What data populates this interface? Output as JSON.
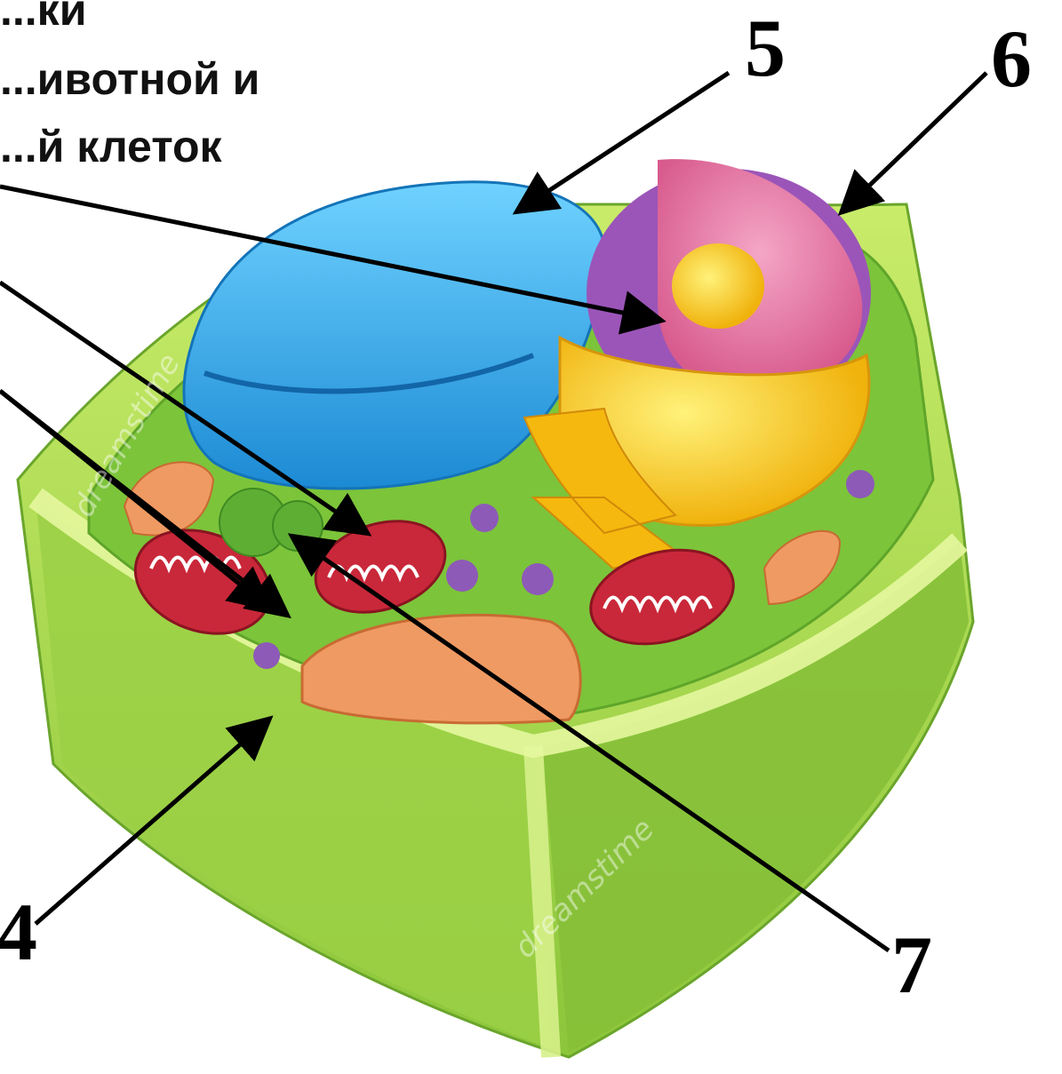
{
  "title": {
    "lines": [
      "...ки",
      "...ивотной и",
      "...й клеток"
    ]
  },
  "labels": {
    "five": "5",
    "six": "6",
    "four": "4",
    "seven": "7"
  },
  "watermarks": [
    "dreamstime",
    "dreamstime"
  ],
  "colors": {
    "cell_wall": "#a6d64a",
    "cytoplasm": "#7cc43a",
    "vacuole": "#2fa9e8",
    "nucleus_envelope": "#9b55b8",
    "nucleoplasm": "#e97fa8",
    "nucleolus": "#f6d21c",
    "er_golgi": "#f7c928",
    "mitochondria": "#c9283a",
    "amyloplast": "#ef9a62",
    "arrow": "#000000"
  }
}
